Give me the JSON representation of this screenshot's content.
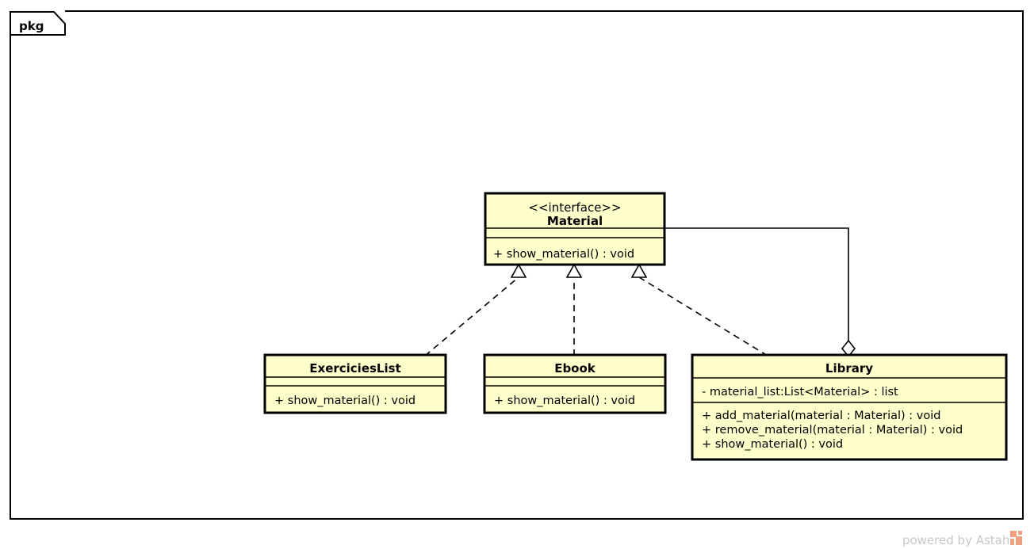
{
  "package": {
    "label": "pkg"
  },
  "diagram": {
    "type": "uml-class-diagram",
    "colors": {
      "class_fill": "#FFFFCC",
      "class_border": "#000000",
      "line": "#000000",
      "watermark_text": "#c8c8c8",
      "watermark_logo": "#F0A080",
      "canvas": "#FFFFFF"
    },
    "classes": [
      {
        "id": "material",
        "stereotype": "<<interface>>",
        "name": "Material",
        "attributes": [],
        "operations": [
          "+ show_material() : void"
        ]
      },
      {
        "id": "exerciciesList",
        "stereotype": "",
        "name": "ExerciciesList",
        "attributes": [],
        "operations": [
          "+ show_material() : void"
        ]
      },
      {
        "id": "ebook",
        "stereotype": "",
        "name": "Ebook",
        "attributes": [],
        "operations": [
          "+ show_material() : void"
        ]
      },
      {
        "id": "library",
        "stereotype": "",
        "name": "Library",
        "attributes": [
          "- material_list:List<Material> : list"
        ],
        "operations": [
          "+ add_material(material : Material) : void",
          "+ remove_material(material : Material) : void",
          "+ show_material() : void"
        ]
      }
    ],
    "relationships": [
      {
        "kind": "realization",
        "from": "ExerciciesList",
        "to": "Material"
      },
      {
        "kind": "realization",
        "from": "Ebook",
        "to": "Material"
      },
      {
        "kind": "realization",
        "from": "Library",
        "to": "Material"
      },
      {
        "kind": "aggregation",
        "from": "Library",
        "to": "Material"
      }
    ]
  },
  "watermark": {
    "text": "powered by Astah"
  }
}
